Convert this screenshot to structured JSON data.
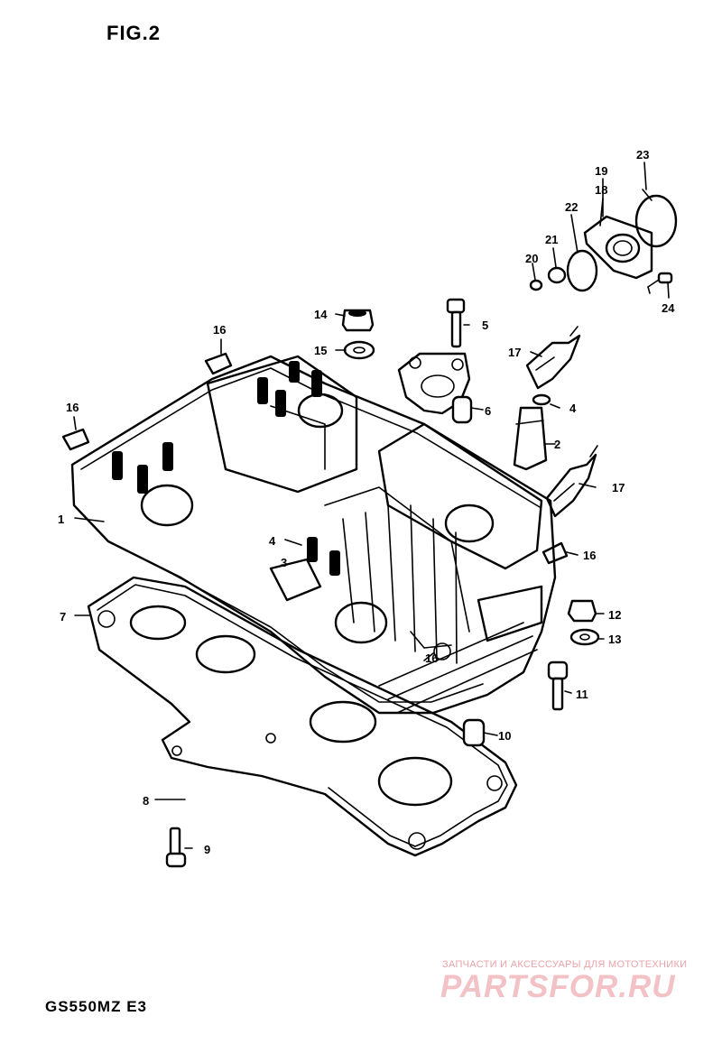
{
  "figure": {
    "title": "FIG.2",
    "model_code": "GS550MZ  E3"
  },
  "watermark": {
    "line1": "ЗАПЧАСТИ И АКСЕССУАРЫ ДЛЯ МОТОТЕХНИКИ",
    "line2": "PARTSFOR.RU"
  },
  "callouts": [
    {
      "id": "c1",
      "text": "1"
    },
    {
      "id": "c2",
      "text": "2"
    },
    {
      "id": "c3",
      "text": "3"
    },
    {
      "id": "c4a",
      "text": "4"
    },
    {
      "id": "c4b",
      "text": "4"
    },
    {
      "id": "c5",
      "text": "5"
    },
    {
      "id": "c6",
      "text": "6"
    },
    {
      "id": "c7",
      "text": "7"
    },
    {
      "id": "c8",
      "text": "8"
    },
    {
      "id": "c9",
      "text": "9"
    },
    {
      "id": "c10",
      "text": "10"
    },
    {
      "id": "c11",
      "text": "11"
    },
    {
      "id": "c12",
      "text": "12"
    },
    {
      "id": "c13",
      "text": "13"
    },
    {
      "id": "c14",
      "text": "14"
    },
    {
      "id": "c15",
      "text": "15"
    },
    {
      "id": "c16a",
      "text": "16"
    },
    {
      "id": "c16b",
      "text": "16"
    },
    {
      "id": "c16c",
      "text": "16"
    },
    {
      "id": "c16d",
      "text": "16"
    },
    {
      "id": "c17a",
      "text": "17"
    },
    {
      "id": "c17b",
      "text": "17"
    },
    {
      "id": "c18",
      "text": "18"
    },
    {
      "id": "c19",
      "text": "19"
    },
    {
      "id": "c20",
      "text": "20"
    },
    {
      "id": "c21",
      "text": "21"
    },
    {
      "id": "c22",
      "text": "22"
    },
    {
      "id": "c23",
      "text": "23"
    },
    {
      "id": "c24",
      "text": "24"
    }
  ]
}
